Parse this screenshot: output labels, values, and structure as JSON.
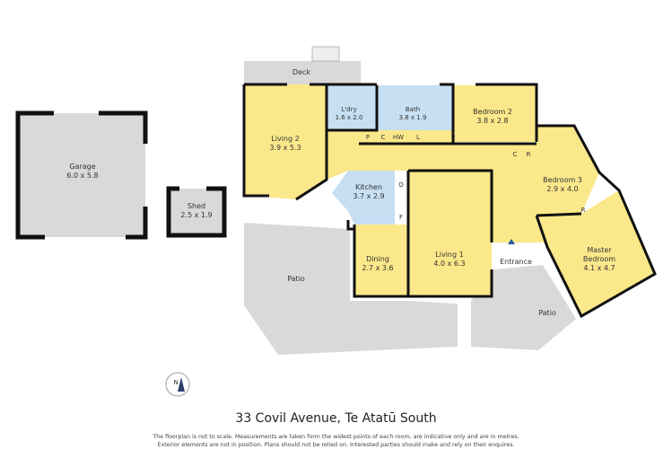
{
  "rooms": {
    "garage": {
      "name": "Garage",
      "size": "6.0 x 5.8"
    },
    "shed": {
      "name": "Shed",
      "size": "2.5 x 1.9"
    },
    "deck": {
      "name": "Deck"
    },
    "living2": {
      "name": "Living 2",
      "size": "3.9 x 5.3"
    },
    "laundry": {
      "name": "L'dry",
      "size": "1.6 x 2.0"
    },
    "bath": {
      "name": "Bath",
      "size": "3.8 x 1.9"
    },
    "bedroom2": {
      "name": "Bedroom 2",
      "size": "3.8 x 2.8"
    },
    "kitchen": {
      "name": "Kitchen",
      "size": "3.7 x 2.9"
    },
    "living1": {
      "name": "Living 1",
      "size": "4.0 x 6.3"
    },
    "dining": {
      "name": "Dining",
      "size": "2.7 x 3.6"
    },
    "bedroom3": {
      "name": "Bedroom 3",
      "size": "2.9 x 4.0"
    },
    "master": {
      "name": "Master",
      "name2": "Bedroom",
      "size": "4.1 x 4.7"
    },
    "entrance": {
      "name": "Entrance"
    },
    "patio_left": {
      "name": "Patio"
    },
    "patio_right": {
      "name": "Patio"
    }
  },
  "small_labels": {
    "p": "P",
    "c1": "C",
    "hw": "HW",
    "l": "L",
    "r1": "R",
    "c2": "C",
    "r2": "R",
    "r3": "R",
    "o": "O",
    "f": "F"
  },
  "compass": {
    "label": "N",
    "icon": "north-compass-icon"
  },
  "title": "33 Covil Avenue, Te Atatū South",
  "disclaimer": {
    "line1": "The floorplan is not to scale. Measurements are taken form the widest points of each room, are indicative only and are in metres.",
    "line2": "Exterior elements are not in position. Plans should not be relied on. Interested parties should make and rely on their enquires."
  },
  "colors": {
    "room_yellow": "#fbe88a",
    "wet_blue": "#c6dff2",
    "exterior_gray": "#d9d9d9",
    "wall": "#111111"
  }
}
